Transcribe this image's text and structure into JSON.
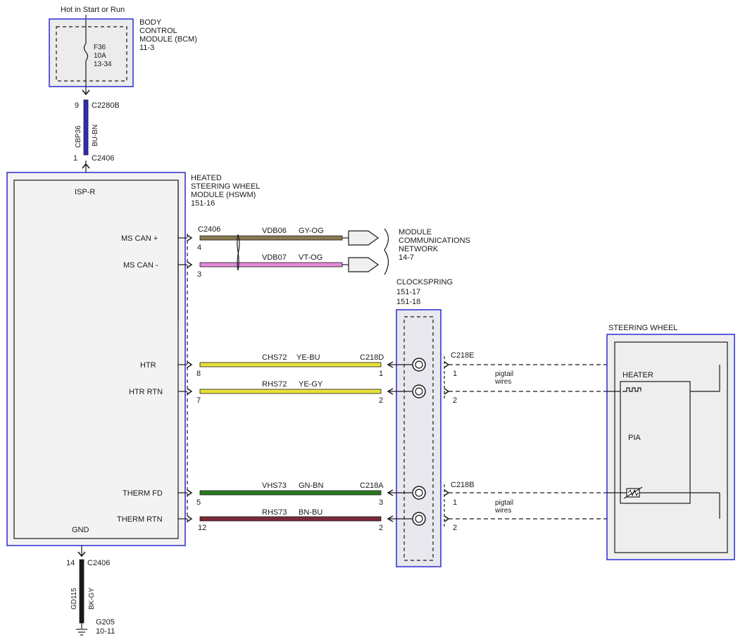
{
  "power": {
    "source": "Hot in Start or Run"
  },
  "bcm": {
    "name_line1": "BODY",
    "name_line2": "CONTROL",
    "name_line3": "MODULE (BCM)",
    "ref": "11-3",
    "fuse_id": "F36",
    "fuse_rating": "10A",
    "fuse_ref": "13-34"
  },
  "feed": {
    "upper_pin": "9",
    "upper_connector": "C2280B",
    "circuit": "CBP36",
    "color": "BU-BN",
    "lower_pin": "1",
    "lower_connector": "C2406",
    "wire_color_hex": "#2e2eb8"
  },
  "hswm": {
    "name_line1": "HEATED",
    "name_line2": "STEERING WHEEL",
    "name_line3": "MODULE (HSWM)",
    "ref": "151-16",
    "power_pin_label": "ISP-R",
    "ground_pin_label": "GND",
    "connector": "C2406"
  },
  "can": {
    "plus_label": "MS CAN +",
    "minus_label": "MS CAN -",
    "plus_pin": "4",
    "minus_pin": "3",
    "plus_circuit": "VDB06",
    "plus_color": "GY-OG",
    "minus_circuit": "VDB07",
    "minus_color": "VT-OG",
    "network_line1": "MODULE",
    "network_line2": "COMMUNICATIONS",
    "network_line3": "NETWORK",
    "network_ref": "14-7",
    "plus_hex": "#8a7a52",
    "minus_hex": "#e48ad8"
  },
  "clockspring": {
    "name": "CLOCKSPRING",
    "ref1": "151-17",
    "ref2": "151-18"
  },
  "heater": {
    "htr_label": "HTR",
    "htr_rtn_label": "HTR RTN",
    "htr_pin": "8",
    "htr_rtn_pin": "7",
    "htr_circuit": "CHS72",
    "htr_color": "YE-BU",
    "htr_rtn_circuit": "RHS72",
    "htr_rtn_color": "YE-GY",
    "cs_connector_in": "C218D",
    "cs_connector_out": "C218E",
    "cs_pin_a": "1",
    "cs_pin_b": "2",
    "out_pin_a": "1",
    "out_pin_b": "2",
    "pigtail_line1": "pigtail",
    "pigtail_line2": "wires",
    "wire_hex": "#e8e23a"
  },
  "thermistor": {
    "fd_label": "THERM FD",
    "rtn_label": "THERM RTN",
    "fd_pin": "5",
    "rtn_pin": "12",
    "fd_circuit": "VHS73",
    "fd_color": "GN-BN",
    "rtn_circuit": "RHS73",
    "rtn_color": "BN-BU",
    "cs_connector_in": "C218A",
    "cs_connector_out": "C218B",
    "cs_pin_a": "3",
    "cs_pin_b": "2",
    "out_pin_a": "1",
    "out_pin_b": "2",
    "pigtail_line1": "pigtail",
    "pigtail_line2": "wires",
    "fd_hex": "#2a7a1e",
    "rtn_hex": "#7a2a36"
  },
  "steering_wheel": {
    "name": "STEERING WHEEL",
    "heater_label": "HEATER",
    "pia_label": "PIA"
  },
  "ground": {
    "pin": "14",
    "connector": "C2406",
    "circuit": "GD115",
    "color": "BK-GY",
    "point": "G205",
    "ref": "10-11",
    "wire_hex": "#1a1a1a"
  }
}
